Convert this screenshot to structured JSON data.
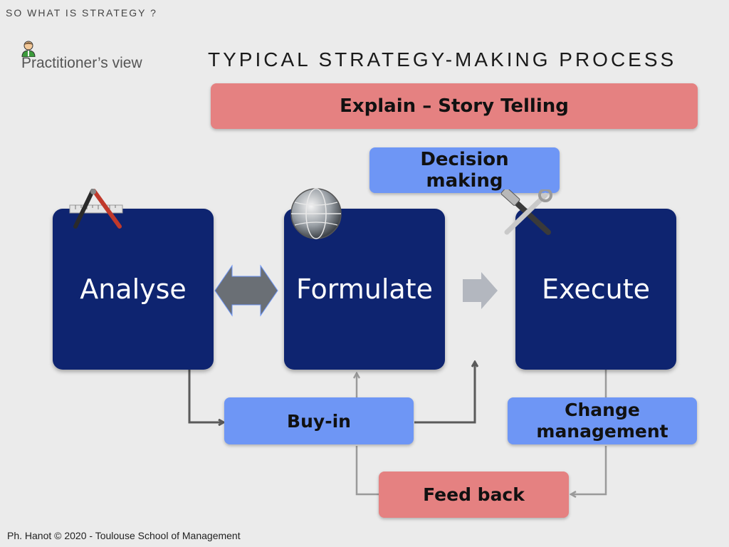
{
  "header": {
    "section": "SO WHAT IS STRATEGY ?",
    "view_label": "Practitioner’s view",
    "title": "TYPICAL STRATEGY-MAKING PROCESS"
  },
  "diagram": {
    "explain": "Explain – Story Telling",
    "decision_line1": "Decision",
    "decision_line2": "making",
    "analyse": "Analyse",
    "formulate": "Formulate",
    "execute": "Execute",
    "buy_in": "Buy-in",
    "change_line1": "Change",
    "change_line2": "management",
    "feedback": "Feed back"
  },
  "icons": {
    "person": "person-icon",
    "drafting": "drafting-tools-icon",
    "globe": "network-globe-icon",
    "tools": "hammer-wrench-icon"
  },
  "colors": {
    "background": "#ebebeb",
    "box": "#0e2470",
    "pink": "#e58181",
    "blue": "#6e96f5"
  },
  "footer": {
    "credit": "Ph. Hanot © 2020  -  Toulouse School of Management"
  }
}
